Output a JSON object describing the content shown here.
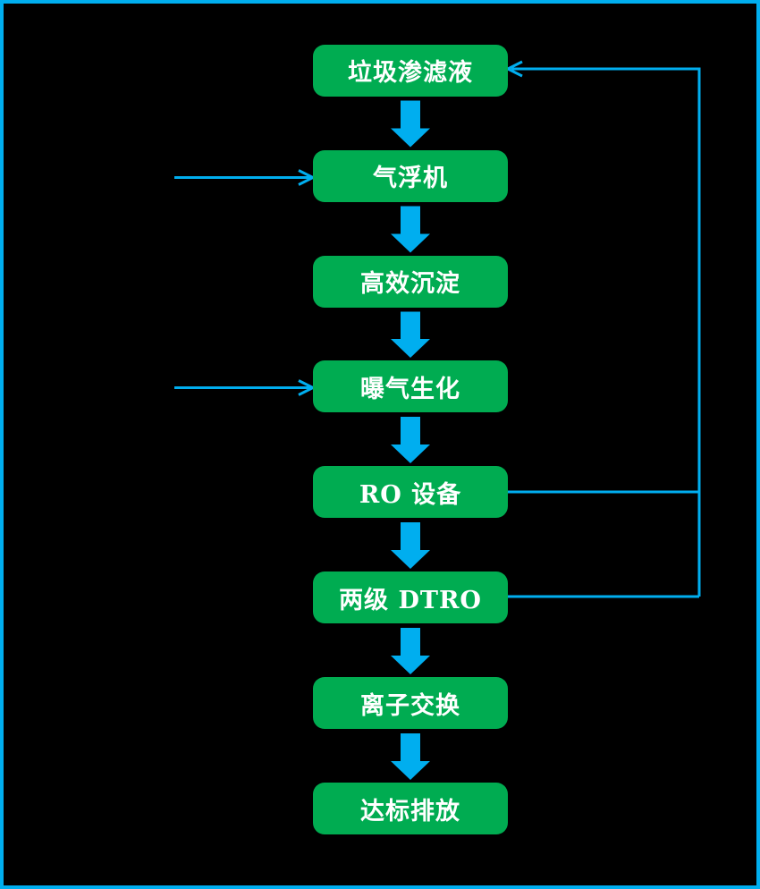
{
  "boxes": [
    {
      "label": "垃圾渗滤液"
    },
    {
      "label": "气浮机"
    },
    {
      "label": "高效沉淀"
    },
    {
      "label": "曝气生化"
    },
    {
      "label": "RO 设备"
    },
    {
      "label": "两级 DTRO"
    },
    {
      "label": "离子交换"
    },
    {
      "label": "达标排放"
    }
  ],
  "flow": {
    "sequence": [
      "垃圾渗滤液",
      "气浮机",
      "高效沉淀",
      "曝气生化",
      "RO 设备",
      "两级 DTRO",
      "离子交换",
      "达标排放"
    ],
    "recycle_from": [
      "RO 设备",
      "两级 DTRO"
    ],
    "recycle_to": "垃圾渗滤液",
    "external_inflows_to": [
      "气浮机",
      "曝气生化"
    ]
  },
  "colors": {
    "background": "#000000",
    "border_blue": "#00AEEF",
    "arrow_blue": "#00AEEF",
    "box_green": "#00AC51",
    "text_white": "#FFFFFF"
  }
}
